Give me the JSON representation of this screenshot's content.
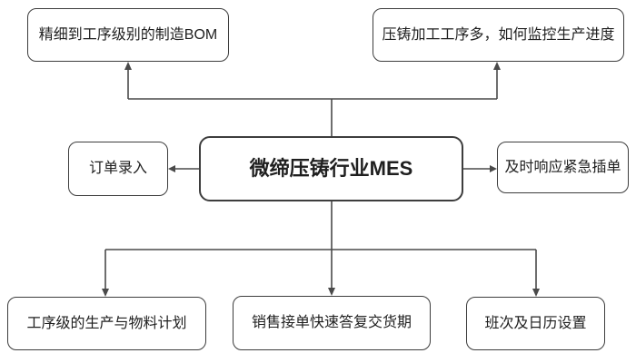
{
  "nodes": {
    "top_left": "精细到工序级别的制造BOM",
    "top_right": "压铸加工工序多，如何监控生产进度",
    "mid_left": "订单录入",
    "center": "微缔压铸行业MES",
    "mid_right": "及时响应紧急插单",
    "bottom_left": "工序级的生产与物料计划",
    "bottom_mid": "销售接单快速答复交货期",
    "bottom_right": "班次及日历设置"
  },
  "colors": {
    "line": "#4a4a4a",
    "border": "#3d3d3d",
    "text": "#1f1f1f",
    "background": "#ffffff"
  }
}
